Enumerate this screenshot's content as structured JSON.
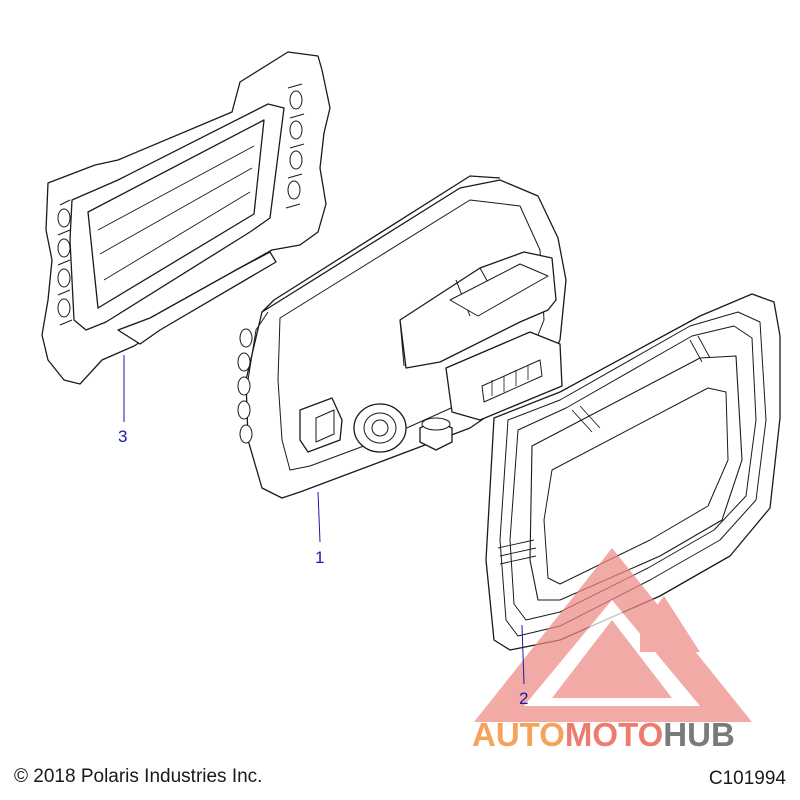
{
  "diagram": {
    "callouts": [
      {
        "id": "3",
        "label": "3"
      },
      {
        "id": "1",
        "label": "1"
      },
      {
        "id": "2",
        "label": "2"
      }
    ]
  },
  "footer": {
    "copyright": "© 2018 Polaris Industries Inc.",
    "diagram_code": "C101994"
  },
  "watermark": {
    "brand_part1": "AUTO",
    "brand_part2": "MOTO",
    "brand_part3": "HUB"
  },
  "colors": {
    "line": "#1a1a1a",
    "callout": "#1a1aa8",
    "brand_orange": "#f5a25a",
    "brand_red": "#ee7b70",
    "brand_gray": "#7a7a7a",
    "logo_red": "#ee8a84"
  }
}
